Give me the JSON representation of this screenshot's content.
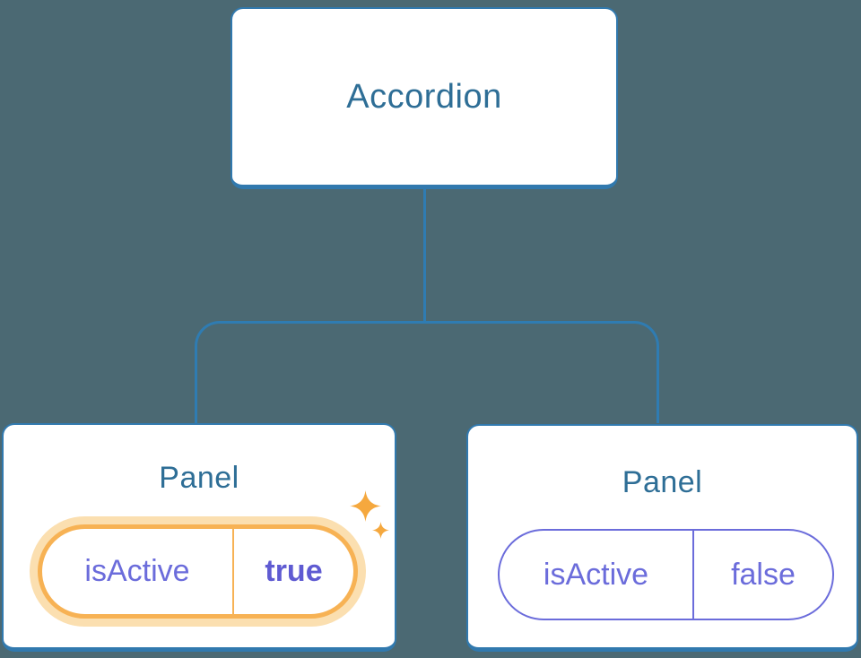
{
  "diagram": {
    "root": {
      "label": "Accordion"
    },
    "panels": [
      {
        "title": "Panel",
        "prop": "isActive",
        "value": "true",
        "active": true,
        "highlighted": true
      },
      {
        "title": "Panel",
        "prop": "isActive",
        "value": "false",
        "active": false,
        "highlighted": false
      }
    ]
  },
  "icons": {
    "sparkle_large": "sparkle-icon",
    "sparkle_small": "sparkle-icon"
  },
  "colors": {
    "background": "#4B6973",
    "connector_blue": "#2F7CB2",
    "box_border_blue": "#3179AE",
    "title_blue": "#2E6E96",
    "state_purple": "#6B6CDB",
    "state_value_purple": "#5F5BD2",
    "highlight_orange": "#F7B254",
    "highlight_glow": "#FBDFB0",
    "sparkle_orange": "#F5A83E"
  }
}
